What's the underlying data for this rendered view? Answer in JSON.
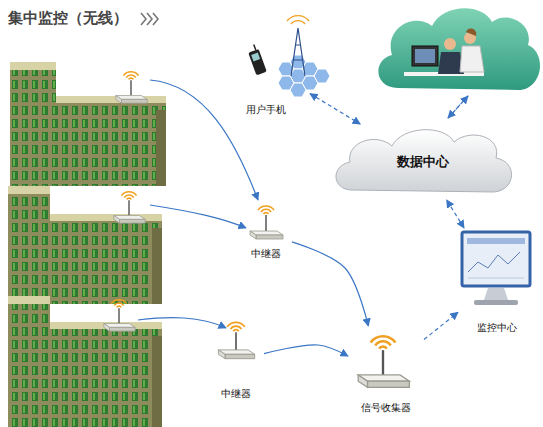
{
  "diagram": {
    "title": "集中监控（无线）",
    "nodes": [
      {
        "text": [
          "用户手机"
        ]
      },
      {
        "text": [
          "数据中心"
        ]
      },
      {
        "text": [
          "中继器"
        ]
      },
      {
        "text": [
          "监控中心"
        ]
      },
      {
        "text": [
          "中继器"
        ]
      },
      {
        "text": [
          "信号收集器"
        ]
      }
    ],
    "edges": [
      {
        "from": 2,
        "to": 5,
        "arrow": "to"
      },
      {
        "from": 4,
        "to": 5,
        "arrow": "to"
      },
      {
        "from": 5,
        "to": 3,
        "arrow": "to"
      },
      {
        "from": 3,
        "to": 1,
        "arrow": "both"
      },
      {
        "from": 0,
        "to": 1,
        "arrow": "both"
      }
    ]
  }
}
